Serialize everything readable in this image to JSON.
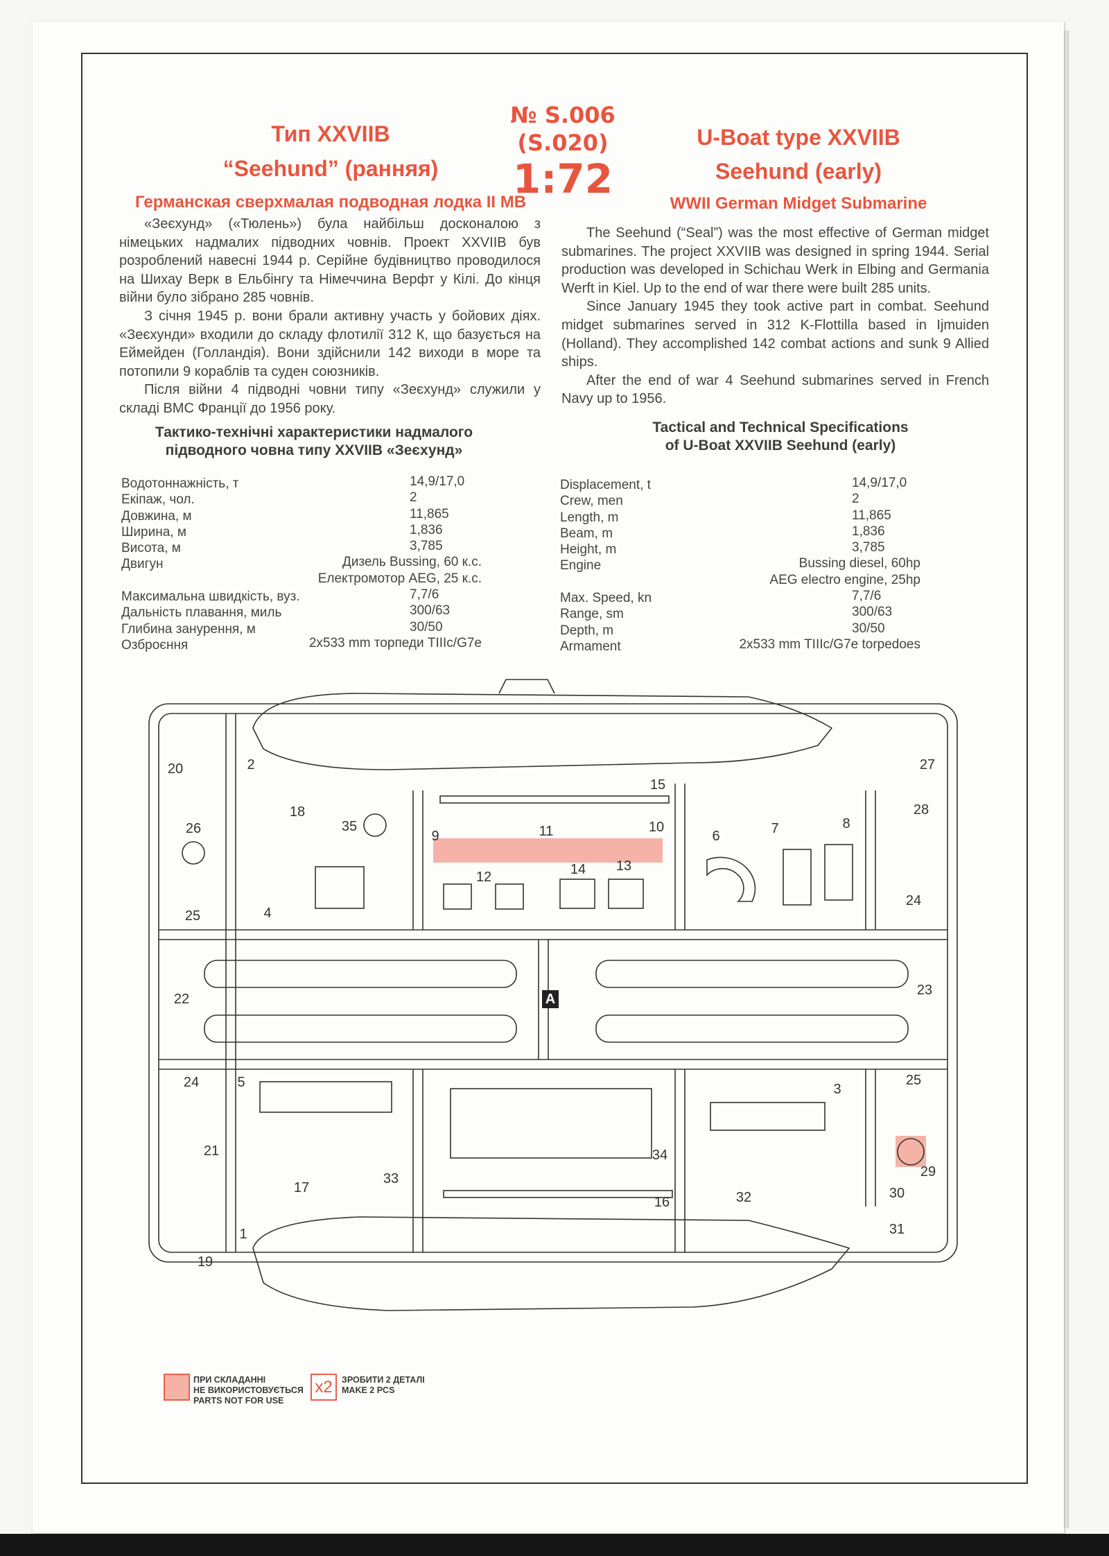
{
  "header": {
    "title_ua_line1": "Тип XXVIIB",
    "title_ua_line2": "“Seehund” (ранняя)",
    "catalog_no": "№ S.006",
    "catalog_alt": "(S.020)",
    "scale": "1:72",
    "title_en_line1": "U-Boat type XXVIIB",
    "title_en_line2": "Seehund (early)",
    "subtitle_ua": "Германская сверхмалая подводная лодка II МВ",
    "subtitle_en": "WWII German Midget Submarine"
  },
  "description_ua": [
    "«Зеєхунд» («Тюлень») була найбільш досконалою з німецьких надмалих підводних човнів. Проект XXVIIB був розроблений навесні 1944 р. Серійне будівництво проводилося на Шихау Верк в Ельбінгу та Німеччина Верфт у Кілі. До кінця війни було зібрано 285 човнів.",
    "З січня 1945 р. вони брали активну участь у бойових діях. «Зеєхунди» входили до складу флотилії 312 К, що базується на Еймейден (Голландія). Вони здійснили 142 виходи в море та потопили 9 кораблів та суден союзників.",
    "Після війни 4 підводні човни типу «Зеєхунд» служили у складі ВМС Франції до 1956 року."
  ],
  "description_en": [
    "The Seehund (“Seal”) was the most effective of German midget submarines. The project XXVIIB was designed in spring 1944. Serial production was developed in Schichau Werk in Elbing and Germania Werft in Kiel. Up to the end of war there were built 285 units.",
    "Since January 1945 they took active part in combat. Seehund midget submarines served in 312 K-Flottilla based in Ijmuiden (Holland). They accomplished 142 combat actions and sunk 9 Allied ships.",
    "After the end of war 4 Seehund submarines served in French Navy up to 1956."
  ],
  "specs_ua": {
    "heading_line1": "Тактико-технічні характеристики надмалого",
    "heading_line2": "підводного човна типу XXVIIB «Зеєхунд»",
    "rows": [
      {
        "label": "Водотоннажність, т",
        "value": "14,9/17,0"
      },
      {
        "label": "Екіпаж, чол.",
        "value": "2"
      },
      {
        "label": "Довжина, м",
        "value": "11,865"
      },
      {
        "label": "Ширина, м",
        "value": "1,836"
      },
      {
        "label": "Висота, м",
        "value": "3,785"
      },
      {
        "label": "Двигун",
        "value": "Дизель Bussing, 60 к.с."
      },
      {
        "label": "",
        "value": "Електромотор AEG, 25 к.с."
      },
      {
        "label": "Максимальна швидкість, вуз.",
        "value": "7,7/6"
      },
      {
        "label": "Дальність плавання, миль",
        "value": "300/63"
      },
      {
        "label": "Глибина занурення, м",
        "value": "30/50"
      },
      {
        "label": "Озброєння",
        "value": "2x533 mm торпеди TIIIc/G7e"
      }
    ]
  },
  "specs_en": {
    "heading_line1": "Tactical and Technical Specifications",
    "heading_line2": "of U-Boat XXVIIB Seehund (early)",
    "rows": [
      {
        "label": "Displacement, t",
        "value": "14,9/17,0"
      },
      {
        "label": "Crew, men",
        "value": "2"
      },
      {
        "label": "Length, m",
        "value": "11,865"
      },
      {
        "label": "Beam, m",
        "value": "1,836"
      },
      {
        "label": "Height, m",
        "value": "3,785"
      },
      {
        "label": "Engine",
        "value": "Bussing diesel, 60hp"
      },
      {
        "label": "",
        "value": "AEG electro engine, 25hp"
      },
      {
        "label": "Max. Speed, kn",
        "value": "7,7/6"
      },
      {
        "label": "Range, sm",
        "value": "300/63"
      },
      {
        "label": "Depth, m",
        "value": "30/50"
      },
      {
        "label": "Armament",
        "value": "2x533 mm TIIIc/G7e torpedoes"
      }
    ]
  },
  "sprue": {
    "letter": "A",
    "part_numbers": [
      "20",
      "2",
      "18",
      "26",
      "35",
      "9",
      "11",
      "10",
      "15",
      "6",
      "7",
      "8",
      "27",
      "28",
      "12",
      "14",
      "13",
      "4",
      "25",
      "24",
      "22",
      "23",
      "24",
      "5",
      "3",
      "25",
      "21",
      "34",
      "29",
      "17",
      "33",
      "32",
      "16",
      "30",
      "31",
      "1",
      "19"
    ]
  },
  "legend": {
    "not_for_use_ua_line1": "ПРИ СКЛАДАННІ",
    "not_for_use_ua_line2": "НЕ ВИКОРИСТОВУЄТЬСЯ",
    "not_for_use_en": "PARTS NOT FOR USE",
    "make_two_symbol": "x2",
    "make_two_ua": "ЗРОБИТИ 2 ДЕТАЛІ",
    "make_two_en": "MAKE 2 PCS"
  },
  "colors": {
    "accent_red": "#e8553f",
    "not_for_use_fill": "#f4b3a6"
  }
}
